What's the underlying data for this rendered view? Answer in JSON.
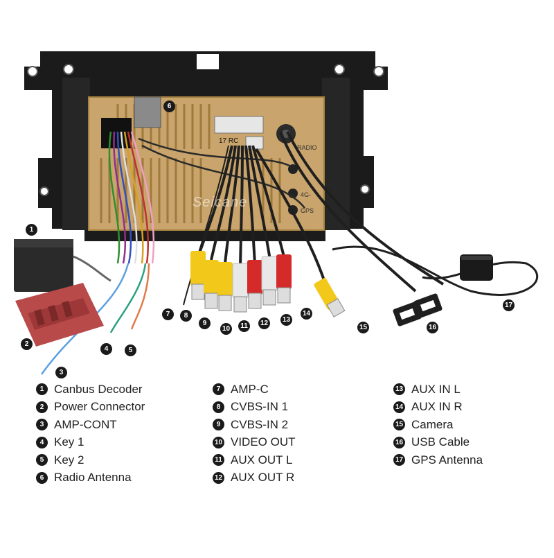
{
  "watermark": "Seicane",
  "panel_labels": {
    "radio": "RADIO",
    "fourg": "4G-",
    "gps": "GPS",
    "tag": "17 RC"
  },
  "colors": {
    "frame": "#1b1b1b",
    "panel": "#c9a46c",
    "decoder": "#2a2a2a",
    "power_connector": "#b84a4a",
    "rca_yellow": "#f2c81b",
    "rca_white": "#e8e8e8",
    "rca_red": "#d42a2a"
  },
  "callouts": [
    "1",
    "2",
    "3",
    "4",
    "5",
    "6",
    "7",
    "8",
    "9",
    "10",
    "11",
    "12",
    "13",
    "14",
    "15",
    "16",
    "17"
  ],
  "legend": {
    "col1": [
      {
        "num": "1",
        "label": "Canbus Decoder"
      },
      {
        "num": "2",
        "label": "Power Connector"
      },
      {
        "num": "3",
        "label": "AMP-CONT"
      },
      {
        "num": "4",
        "label": "Key 1"
      },
      {
        "num": "5",
        "label": "Key 2"
      },
      {
        "num": "6",
        "label": "Radio Antenna"
      }
    ],
    "col2": [
      {
        "num": "7",
        "label": "AMP-C"
      },
      {
        "num": "8",
        "label": "CVBS-IN 1"
      },
      {
        "num": "9",
        "label": "CVBS-IN 2"
      },
      {
        "num": "10",
        "label": "VIDEO OUT"
      },
      {
        "num": "11",
        "label": "AUX OUT L"
      },
      {
        "num": "12",
        "label": "AUX OUT R"
      }
    ],
    "col3": [
      {
        "num": "13",
        "label": "AUX IN L"
      },
      {
        "num": "14",
        "label": "AUX IN R"
      },
      {
        "num": "15",
        "label": "Camera"
      },
      {
        "num": "16",
        "label": "USB Cable"
      },
      {
        "num": "17",
        "label": "GPS Antenna"
      }
    ]
  }
}
